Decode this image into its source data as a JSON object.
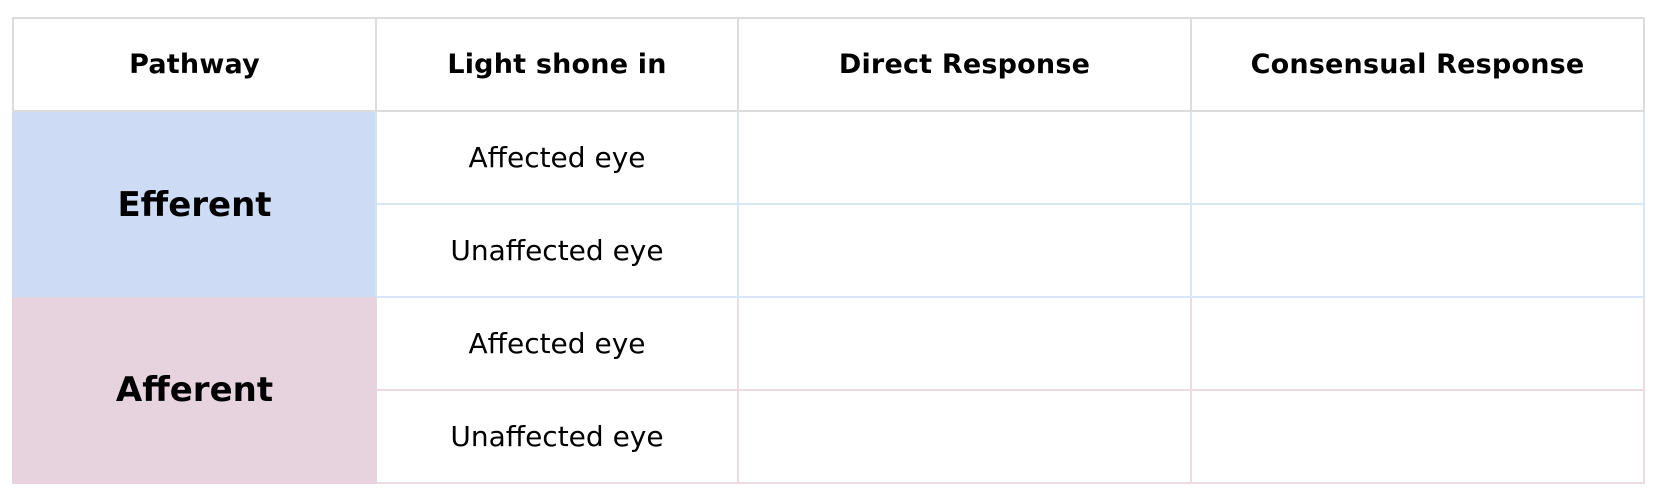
{
  "table": {
    "headers": {
      "pathway": "Pathway",
      "light_shone_in": "Light shone in",
      "direct_response": "Direct Response",
      "consensual_response": "Consensual Response"
    },
    "groups": [
      {
        "pathway": "Efferent",
        "color": "#cddbf4",
        "rows": [
          {
            "light_shone_in": "Affected eye",
            "direct_response": "",
            "consensual_response": ""
          },
          {
            "light_shone_in": "Unaffected eye",
            "direct_response": "",
            "consensual_response": ""
          }
        ]
      },
      {
        "pathway": "Afferent",
        "color": "#e6d3dd",
        "rows": [
          {
            "light_shone_in": "Affected eye",
            "direct_response": "",
            "consensual_response": ""
          },
          {
            "light_shone_in": "Unaffected eye",
            "direct_response": "",
            "consensual_response": ""
          }
        ]
      }
    ]
  }
}
